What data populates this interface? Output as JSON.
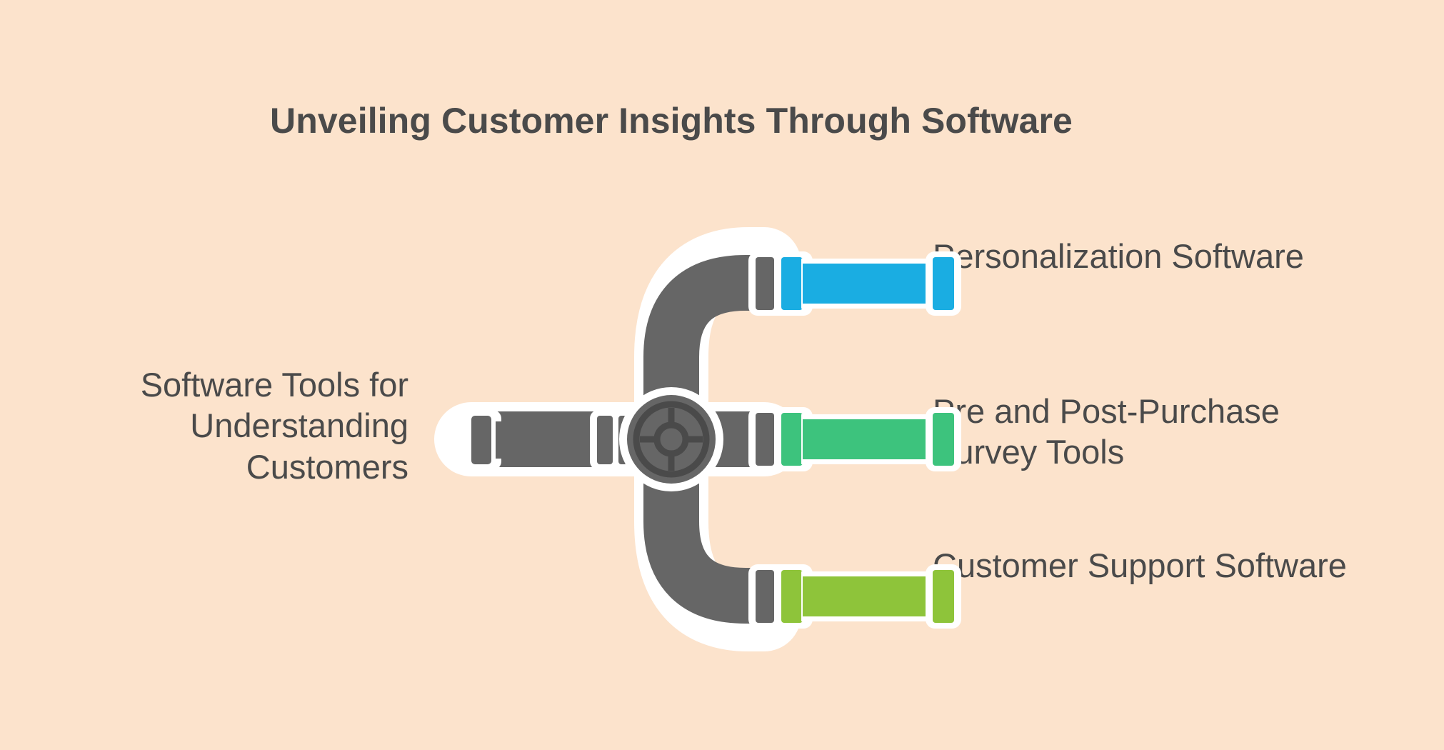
{
  "diagram": {
    "title": "Unveiling Customer Insights Through Software",
    "source": {
      "label": "Software Tools for Understanding Customers",
      "pipe_color": "#666666",
      "icon": "pipe-inlet-icon"
    },
    "hub": {
      "icon": "valve-wheel-icon",
      "color": "#666666",
      "ring_color": "#4a4a4a",
      "outline_color": "#ffffff"
    },
    "branches": [
      {
        "label": "Personalization Software",
        "color": "#1aade2",
        "icon": "pipe-outlet-icon",
        "position": "top"
      },
      {
        "label": "Pre and Post-Purchase Survey Tools",
        "color": "#3dc37d",
        "icon": "pipe-outlet-icon",
        "position": "middle"
      },
      {
        "label": "Customer Support Software",
        "color": "#8ec43a",
        "icon": "pipe-outlet-icon",
        "position": "bottom"
      }
    ],
    "colors": {
      "background": "#fce3cc",
      "text": "#4a4a4a",
      "pipe_gray": "#666666",
      "pipe_dark": "#4a4a4a",
      "outline": "#ffffff"
    }
  }
}
